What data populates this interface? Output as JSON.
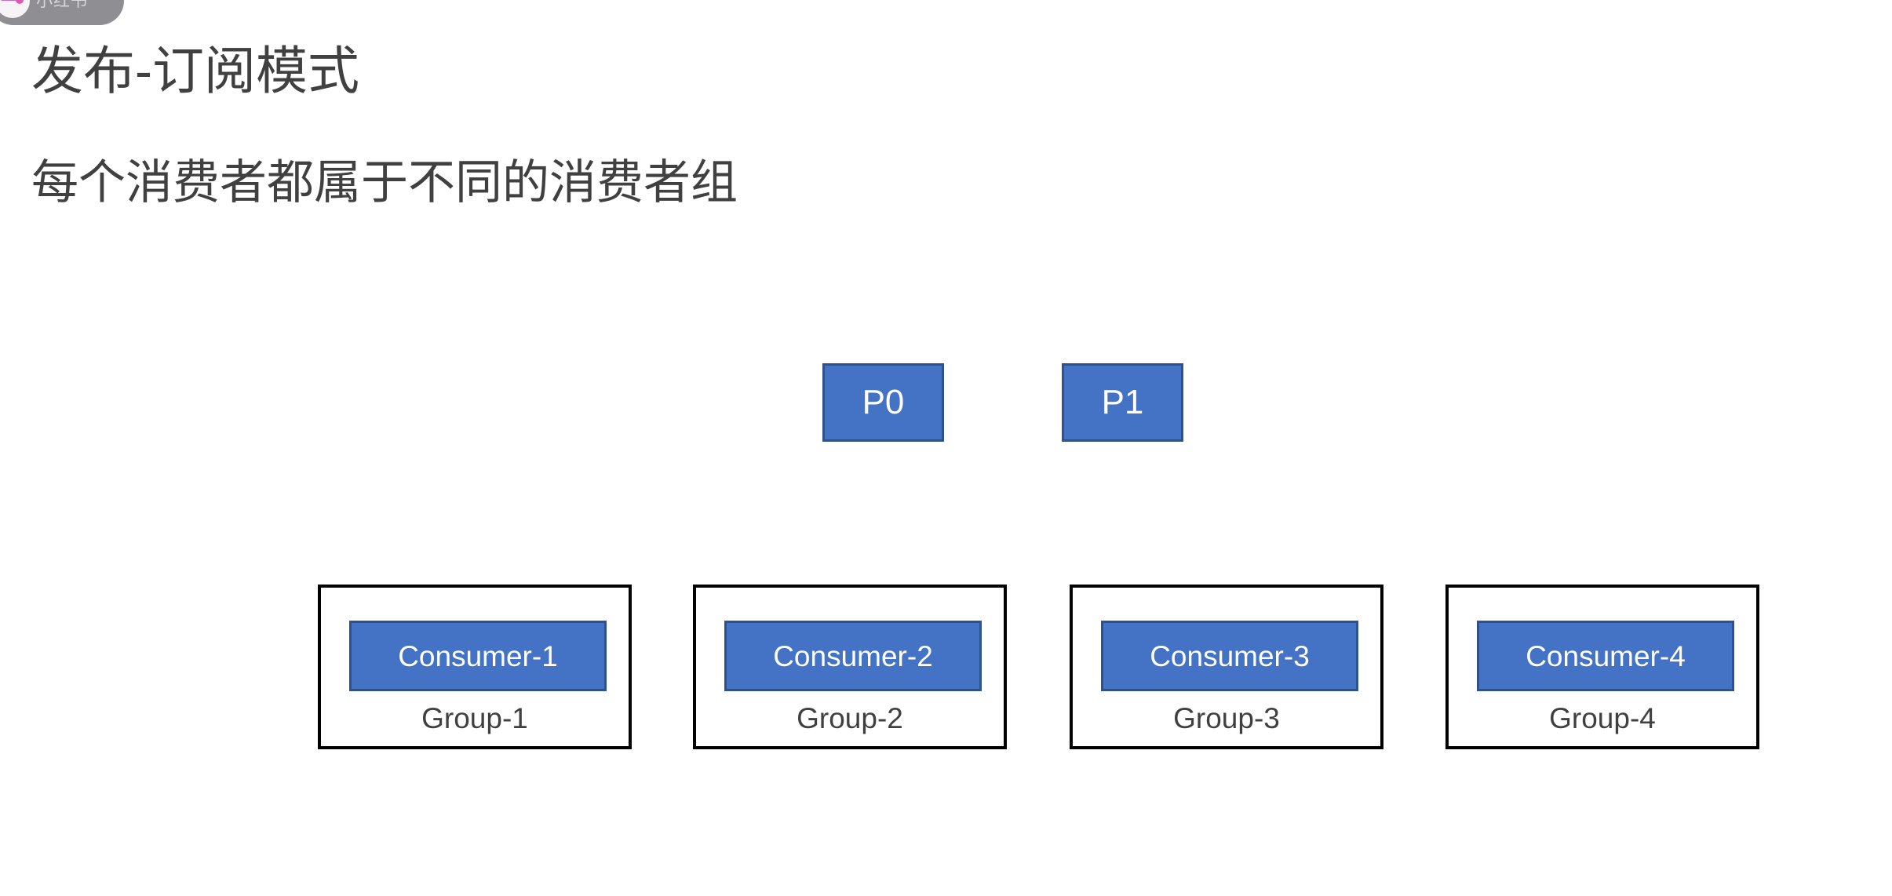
{
  "slide": {
    "title": "发布-订阅模式",
    "subtitle": "每个消费者都属于不同的消费者组",
    "background_color": "#ffffff",
    "text_color": "#404040"
  },
  "watermark": {
    "badge_text": "小红书",
    "badge_color": "#8e8e93",
    "avatar_icon": "user-avatar-icon"
  },
  "diagram": {
    "accent_color": "#4472c4",
    "accent_border_color": "#2f528f",
    "group_border_color": "#000000",
    "partitions": [
      {
        "label": "P0"
      },
      {
        "label": "P1"
      }
    ],
    "groups": [
      {
        "consumer": "Consumer-1",
        "group": "Group-1"
      },
      {
        "consumer": "Consumer-2",
        "group": "Group-2"
      },
      {
        "consumer": "Consumer-3",
        "group": "Group-3"
      },
      {
        "consumer": "Consumer-4",
        "group": "Group-4"
      }
    ]
  }
}
